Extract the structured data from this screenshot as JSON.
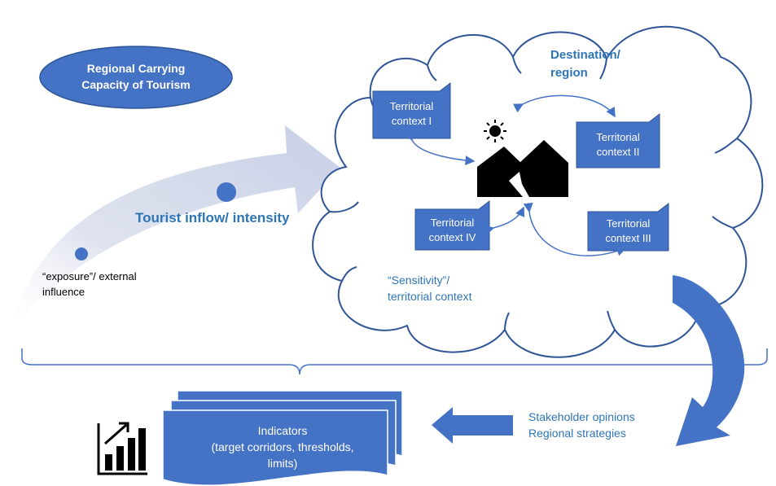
{
  "title_oval": {
    "line1": "Regional Carrying",
    "line2": "Capacity of Tourism"
  },
  "destination": {
    "line1": "Destination/",
    "line2": "region"
  },
  "contexts": [
    {
      "line1": "Territorial",
      "line2": "context I"
    },
    {
      "line1": "Territorial",
      "line2": "context II"
    },
    {
      "line1": "Territorial",
      "line2": "context III"
    },
    {
      "line1": "Territorial",
      "line2": "context IV"
    }
  ],
  "arrow_label": "Tourist inflow/ intensity",
  "exposure": {
    "line1": "“exposure”/ external",
    "line2": "influence"
  },
  "sensitivity": {
    "line1": "“Sensitivity”/",
    "line2": "territorial context"
  },
  "stakeholder": {
    "line1": "Stakeholder opinions",
    "line2": "Regional strategies"
  },
  "indicators": {
    "line1": "Indicators",
    "line2": "(target corridors, thresholds,",
    "line3": "limits)"
  },
  "colors": {
    "blue": "#4472c4",
    "text_blue": "#2e75b6",
    "arrow_light": "#d6dcec",
    "cloud_stroke": "#2f5597"
  },
  "icons": [
    "sun-icon",
    "mountain-icon",
    "bar-chart-icon"
  ]
}
